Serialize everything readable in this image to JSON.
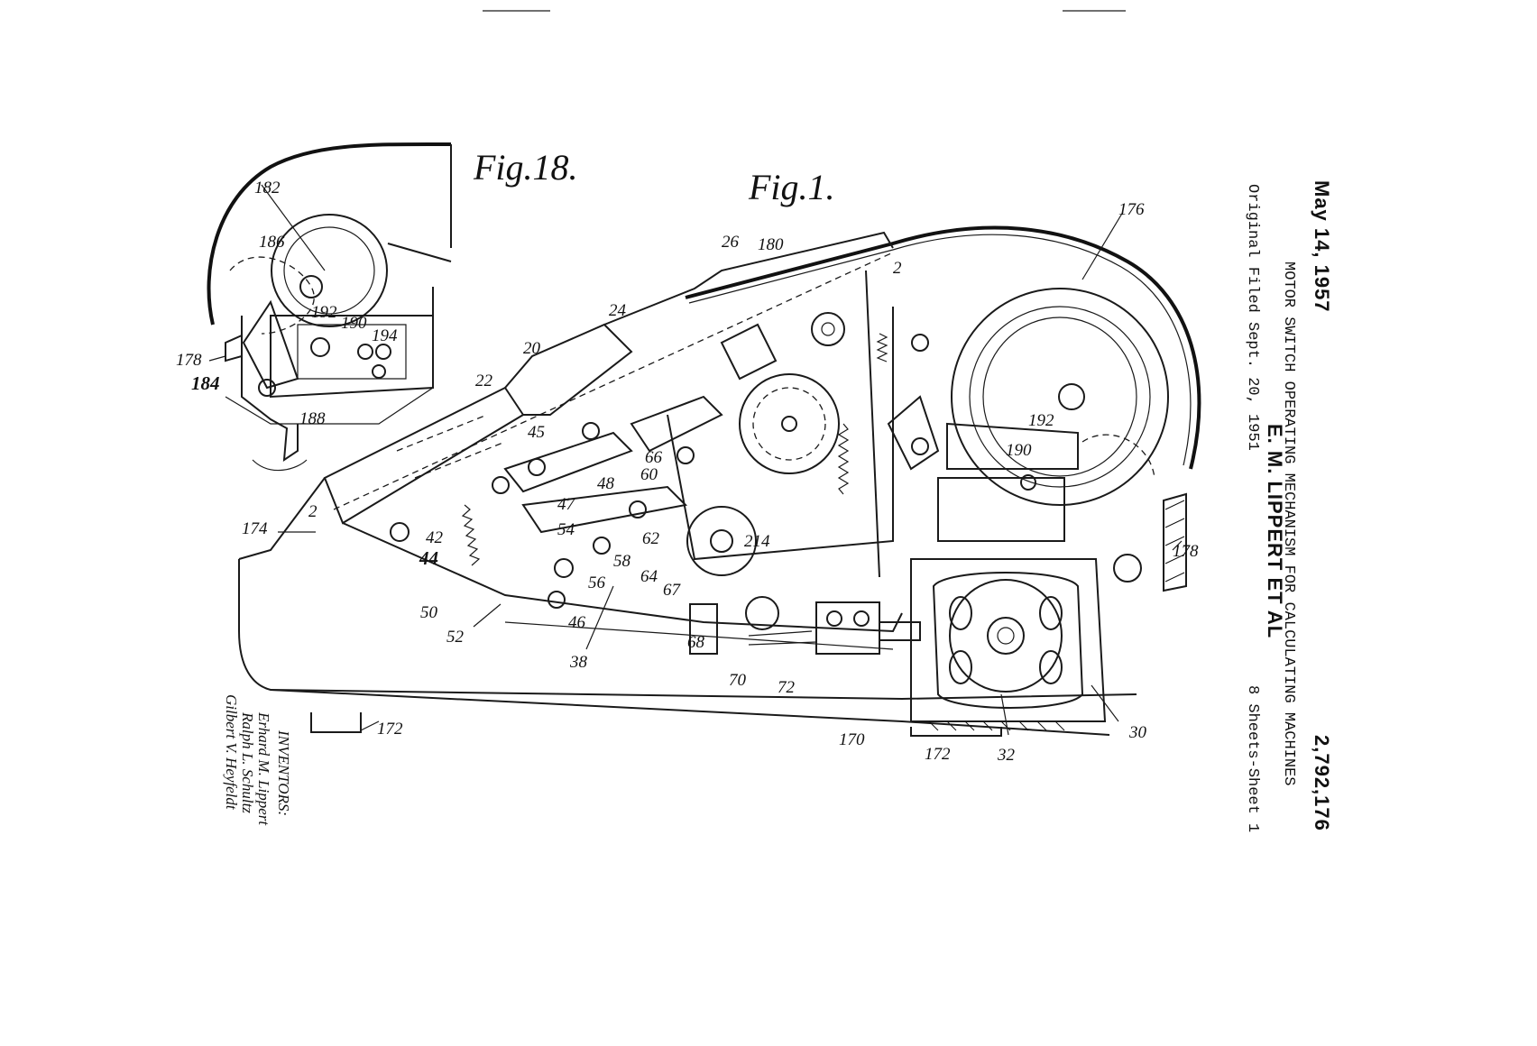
{
  "header": {
    "date": "May 14, 1957",
    "inventor_line": "E. M. LIPPERT ET AL",
    "patent_number": "2,792,176",
    "title": "MOTOR SWITCH OPERATING MECHANISM FOR CALCULATING MACHINES",
    "filed": "Original Filed Sept. 20, 1951",
    "sheets": "8 Sheets-Sheet 1"
  },
  "figures": {
    "fig18_label": "Fig.18.",
    "fig1_label": "Fig.1."
  },
  "inventors": {
    "heading": "INVENTORS:",
    "names": [
      "Erhard M. Lippert",
      "Ralph L. Schultz",
      "Gilbert V. Heyfeldt"
    ]
  },
  "fig18_refs": [
    "182",
    "186",
    "192",
    "190",
    "194",
    "178",
    "184",
    "188"
  ],
  "fig1_refs": [
    "176",
    "26",
    "180",
    "2",
    "24",
    "20",
    "22",
    "45",
    "47",
    "48",
    "66",
    "60",
    "2",
    "174",
    "42",
    "44",
    "54",
    "62",
    "58",
    "56",
    "214",
    "192",
    "190",
    "178",
    "50",
    "52",
    "46",
    "64",
    "67",
    "38",
    "68",
    "70",
    "72",
    "172",
    "170",
    "172",
    "32",
    "30"
  ],
  "colors": {
    "ink": "#111111",
    "paper": "#ffffff"
  }
}
